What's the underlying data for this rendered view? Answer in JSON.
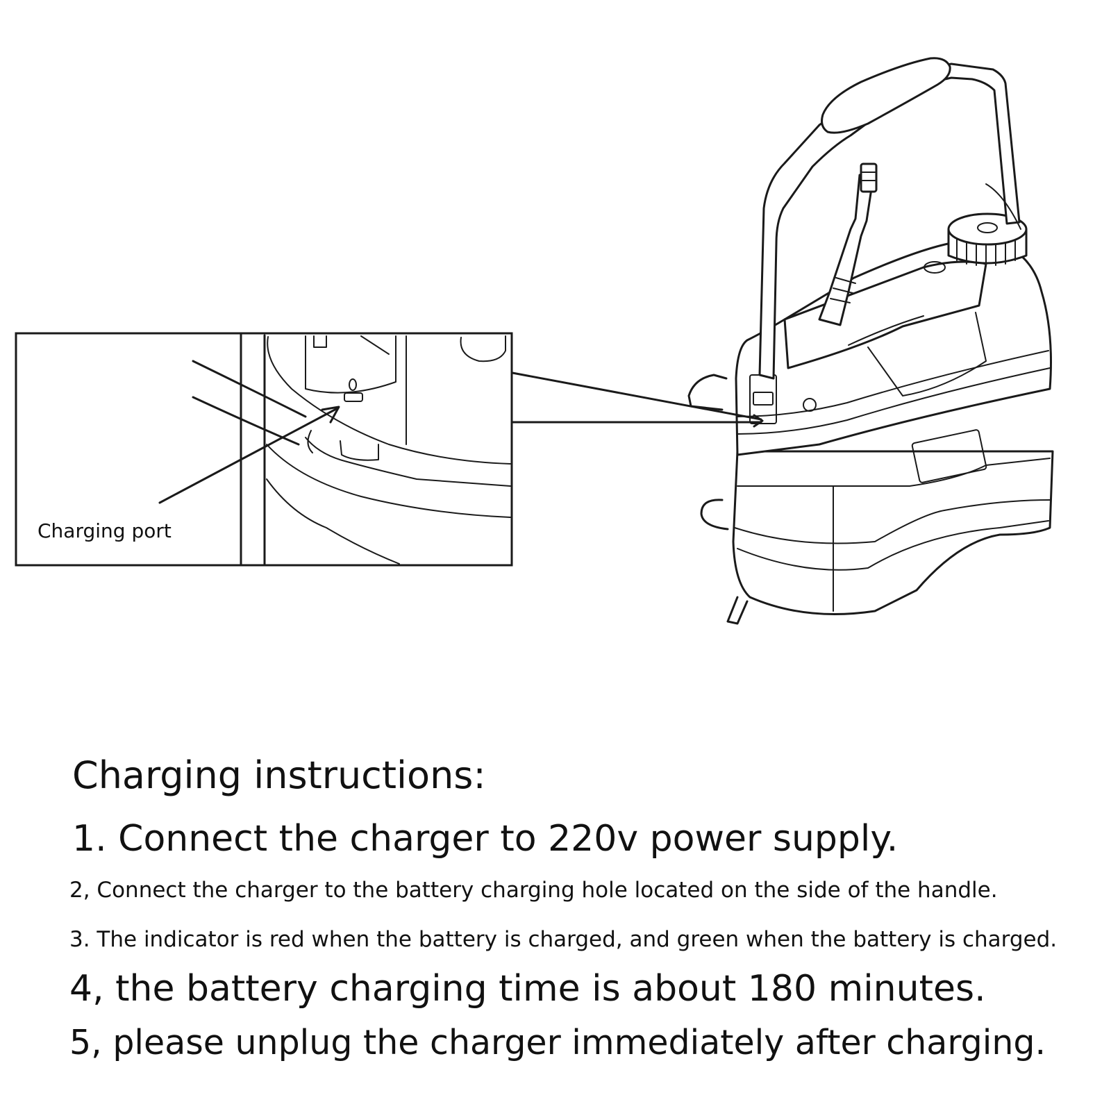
{
  "callout": {
    "label": "Charging port"
  },
  "instructions": {
    "title": "Charging instructions:",
    "steps": [
      "1. Connect the charger to 220v power supply.",
      "2, Connect the charger to the battery charging hole located on the side of the handle.",
      "3. The indicator is red when the battery is charged, and green when the battery is charged.",
      "4, the battery charging time is about 180 minutes.",
      "5, please unplug the charger immediately after charging."
    ]
  },
  "illustration": {
    "subject": "sprayer-tank",
    "inset": "charging-port-closeup"
  }
}
